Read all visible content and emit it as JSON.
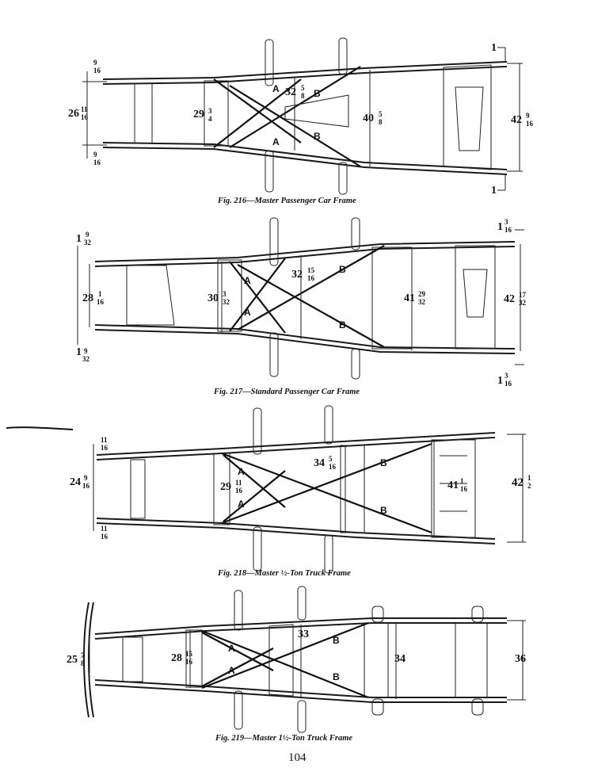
{
  "page_number": "104",
  "figures": [
    {
      "caption": "Fig. 216—Master Passenger Car Frame",
      "labels": {
        "A": "A",
        "B": "B"
      },
      "dims": {
        "front_width": {
          "whole": "26",
          "num": "11",
          "den": "16"
        },
        "front_top_offset": {
          "num": "9",
          "den": "16"
        },
        "front_bottom_offset": {
          "num": "9",
          "den": "16"
        },
        "mid1": {
          "whole": "29",
          "num": "3",
          "den": "4"
        },
        "mid2": {
          "whole": "32",
          "num": "5",
          "den": "8"
        },
        "mid3": {
          "whole": "40",
          "num": "5",
          "den": "8"
        },
        "rear_width": {
          "whole": "42",
          "num": "9",
          "den": "16"
        },
        "rear_offset_top": "1",
        "rear_offset_bottom": "1"
      }
    },
    {
      "caption": "Fig. 217—Standard Passenger Car Frame",
      "labels": {
        "A": "A",
        "B": "B"
      },
      "dims": {
        "front_top_offset": {
          "whole": "1",
          "num": "9",
          "den": "32"
        },
        "front_bottom_offset": {
          "whole": "1",
          "num": "9",
          "den": "32"
        },
        "front_width": {
          "whole": "28",
          "num": "1",
          "den": "16"
        },
        "mid1": {
          "whole": "30",
          "num": "3",
          "den": "32"
        },
        "mid2": {
          "whole": "32",
          "num": "15",
          "den": "16"
        },
        "mid3": {
          "whole": "41",
          "num": "29",
          "den": "32"
        },
        "rear_width": {
          "whole": "42",
          "num": "17",
          "den": "32"
        },
        "rear_offset_top": {
          "whole": "1",
          "num": "3",
          "den": "16"
        },
        "rear_offset_bottom": {
          "whole": "1",
          "num": "3",
          "den": "16"
        }
      }
    },
    {
      "caption": "Fig. 218—Master ½-Ton Truck Frame",
      "labels": {
        "A": "A",
        "B": "B"
      },
      "dims": {
        "front_top_offset": {
          "num": "11",
          "den": "16"
        },
        "front_bottom_offset": {
          "num": "11",
          "den": "16"
        },
        "front_width": {
          "whole": "24",
          "num": "9",
          "den": "16"
        },
        "mid1": {
          "whole": "29",
          "num": "11",
          "den": "16"
        },
        "mid2": {
          "whole": "34",
          "num": "5",
          "den": "16"
        },
        "mid3": {
          "whole": "41",
          "num": "1",
          "den": "16"
        },
        "rear_width": {
          "whole": "42",
          "num": "1",
          "den": "2"
        }
      }
    },
    {
      "caption": "Fig. 219—Master 1½-Ton Truck Frame",
      "labels": {
        "A": "A",
        "B": "B"
      },
      "dims": {
        "front_width": {
          "whole": "25",
          "num": "7",
          "den": "8"
        },
        "mid1": {
          "whole": "28",
          "num": "15",
          "den": "16"
        },
        "mid2": "33",
        "mid3": "34",
        "rear_width": "36"
      }
    }
  ]
}
